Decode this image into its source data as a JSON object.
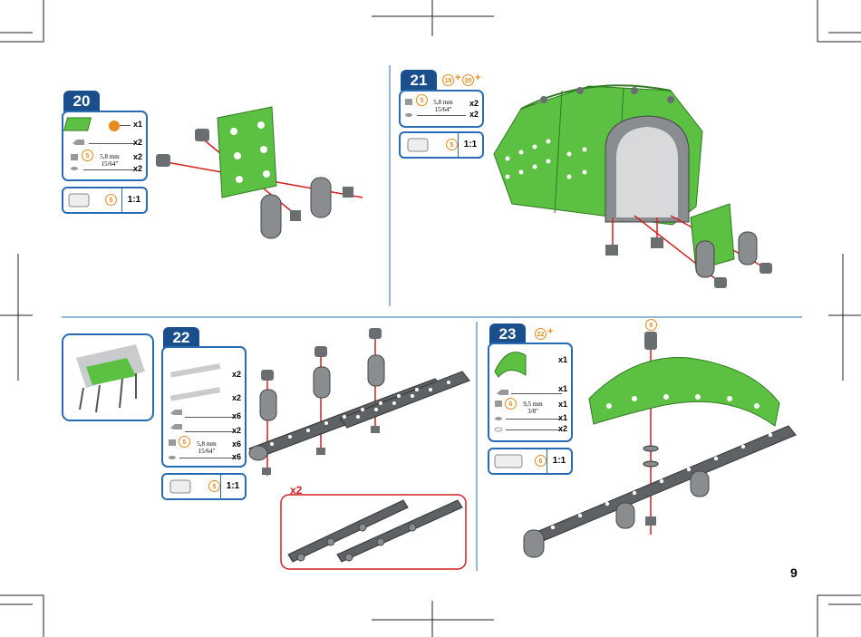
{
  "page_number": "9",
  "colors": {
    "step_blue": "#1a4f8b",
    "box_blue": "#2a6cb4",
    "accent_orange": "#e88a1a",
    "part_green": "#5cc142",
    "metal_grey": "#8a8d90",
    "guide_red": "#d42020"
  },
  "steps": [
    {
      "number": "20",
      "parts": [
        {
          "icon": "green-plate-with-nut-icon",
          "qty": "x1"
        },
        {
          "icon": "angle-bracket-icon",
          "qty": "x2"
        },
        {
          "icon": "screw-icon",
          "ref": "5",
          "dim_mm": "5,8 mm",
          "dim_in": "15/64\"",
          "qty": "x2"
        },
        {
          "icon": "nut-icon",
          "qty": "x2"
        }
      ],
      "tool": {
        "icon": "screw-icon",
        "ref": "5",
        "scale": "1:1"
      }
    },
    {
      "number": "21",
      "refs": [
        "19",
        "20"
      ],
      "parts": [
        {
          "icon": "screw-icon",
          "ref": "5",
          "dim_mm": "5,8 mm",
          "dim_in": "15/64\"",
          "qty": "x2"
        },
        {
          "icon": "nut-icon",
          "qty": "x2"
        }
      ],
      "tool": {
        "icon": "screw-icon",
        "ref": "5",
        "scale": "1:1"
      }
    },
    {
      "number": "22",
      "parts": [
        {
          "icon": "long-strip-icon",
          "qty": "x2"
        },
        {
          "icon": "long-strip-icon",
          "qty": "x2"
        },
        {
          "icon": "angle-bracket-icon",
          "qty": "x6"
        },
        {
          "icon": "angle-bracket-icon",
          "qty": "x2"
        },
        {
          "icon": "screw-icon",
          "ref": "5",
          "dim_mm": "5,8 mm",
          "dim_in": "15/64\"",
          "qty": "x6"
        },
        {
          "icon": "nut-icon",
          "qty": "x6"
        }
      ],
      "tool": {
        "icon": "screw-icon",
        "ref": "5",
        "scale": "1:1"
      },
      "repeat_label": "x2"
    },
    {
      "number": "23",
      "refs": [
        "22"
      ],
      "parts": [
        {
          "icon": "curved-green-plate-icon",
          "qty": "x1"
        },
        {
          "icon": "angle-bracket-icon",
          "qty": "x1"
        },
        {
          "icon": "screw-icon",
          "ref": "6",
          "dim_mm": "9,5 mm",
          "dim_in": "3/8\"",
          "qty": "x1"
        },
        {
          "icon": "nut-icon",
          "qty": "x1"
        },
        {
          "icon": "washer-icon",
          "qty": "x2"
        }
      ],
      "tool": {
        "icon": "screw-icon",
        "ref": "6",
        "scale": "1:1"
      },
      "callout_ref": "6"
    }
  ]
}
